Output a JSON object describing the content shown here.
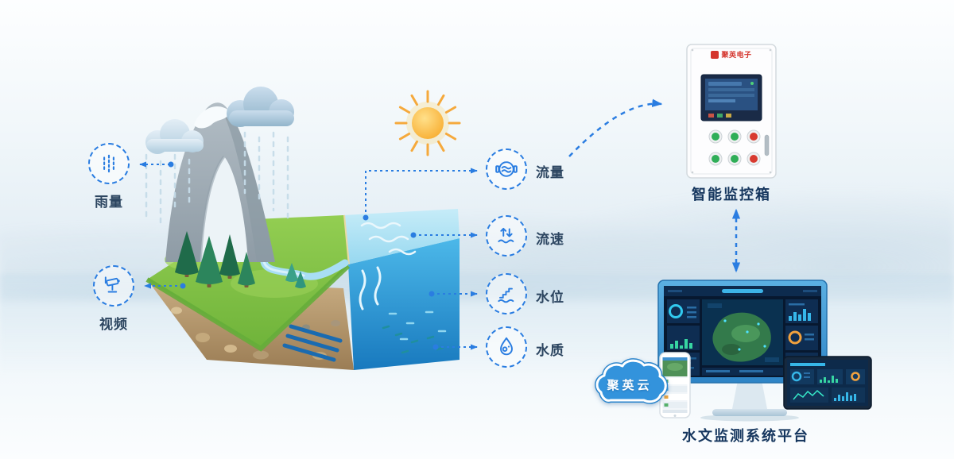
{
  "colors": {
    "accent": "#2a7de1",
    "label_dark": "#15365e",
    "brand_red": "#d4342c",
    "cloud_blue": "#3393dc"
  },
  "left_sensors": [
    {
      "label": "雨量"
    },
    {
      "label": "视频"
    }
  ],
  "metrics": [
    {
      "label": "流量"
    },
    {
      "label": "流速"
    },
    {
      "label": "水位"
    },
    {
      "label": "水质"
    }
  ],
  "cabinet": {
    "brand": "聚英电子",
    "label": "智能监控箱"
  },
  "platform": {
    "cloud_label": "聚英云",
    "label": "水文监测系统平台"
  }
}
